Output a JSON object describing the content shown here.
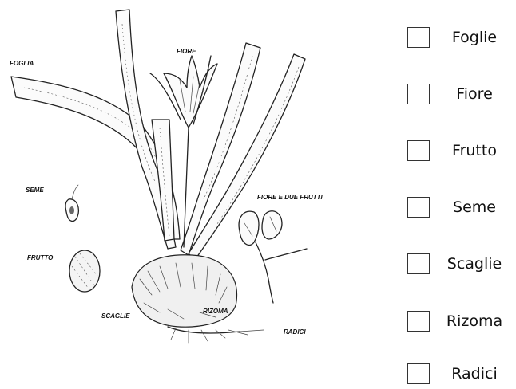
{
  "diagram": {
    "labels": {
      "foglia": "FOGLIA",
      "fiore": "FIORE",
      "seme": "SEME",
      "frutto": "FRUTTO",
      "fiore_frutti": "FIORE E DUE FRUTTI",
      "scaglie": "SCAGLIE",
      "rizoma": "RIZOMA",
      "radici": "RADICI"
    }
  },
  "checklist": {
    "items": [
      {
        "label": "Foglie",
        "checked": false
      },
      {
        "label": "Fiore",
        "checked": false
      },
      {
        "label": "Frutto",
        "checked": false
      },
      {
        "label": "Seme",
        "checked": false
      },
      {
        "label": "Scaglie",
        "checked": false
      },
      {
        "label": "Rizoma",
        "checked": false
      },
      {
        "label": "Radici",
        "checked": false
      }
    ]
  }
}
